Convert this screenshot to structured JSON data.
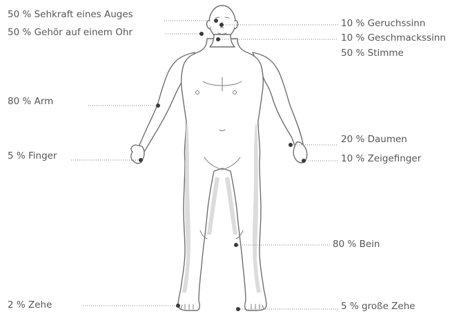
{
  "labels": {
    "eye": "50 % Sehkraft eines Auges",
    "ear": "50 % Gehör auf einem Ohr",
    "smell": "10 % Geruchssinn",
    "taste": "10 % Geschmackssinn",
    "voice": "50 % Stimme",
    "arm": "80 % Arm",
    "finger": "5 % Finger",
    "thumb": "20 % Daumen",
    "index_finger": "10 % Zeigefinger",
    "leg": "80 % Bein",
    "toe": "2 % Zehe",
    "big_toe": "5 % große Zehe"
  }
}
